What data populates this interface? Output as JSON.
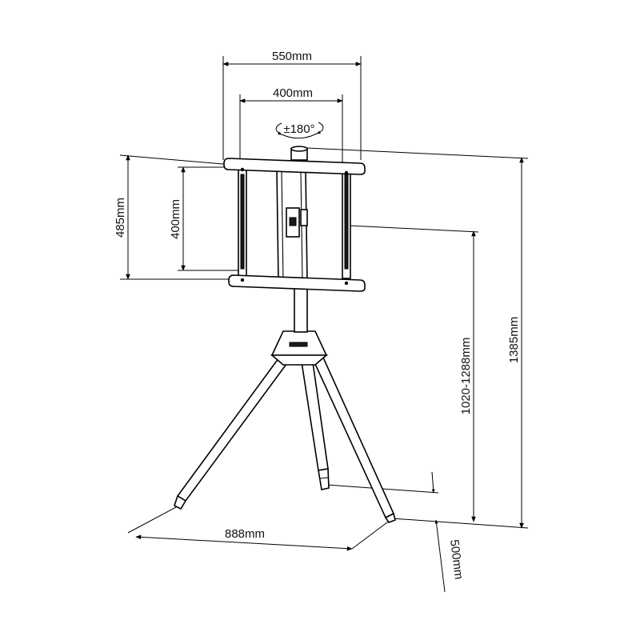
{
  "dimensions": {
    "outer_width": "550mm",
    "inner_width": "400mm",
    "rotation": "±180°",
    "outer_height": "485mm",
    "inner_height": "400mm",
    "adjustable_height": "1020-1288mm",
    "total_height": "1385mm",
    "base_width": "888mm",
    "base_depth": "500mm"
  },
  "colors": {
    "line": "#000000",
    "background": "#ffffff"
  }
}
